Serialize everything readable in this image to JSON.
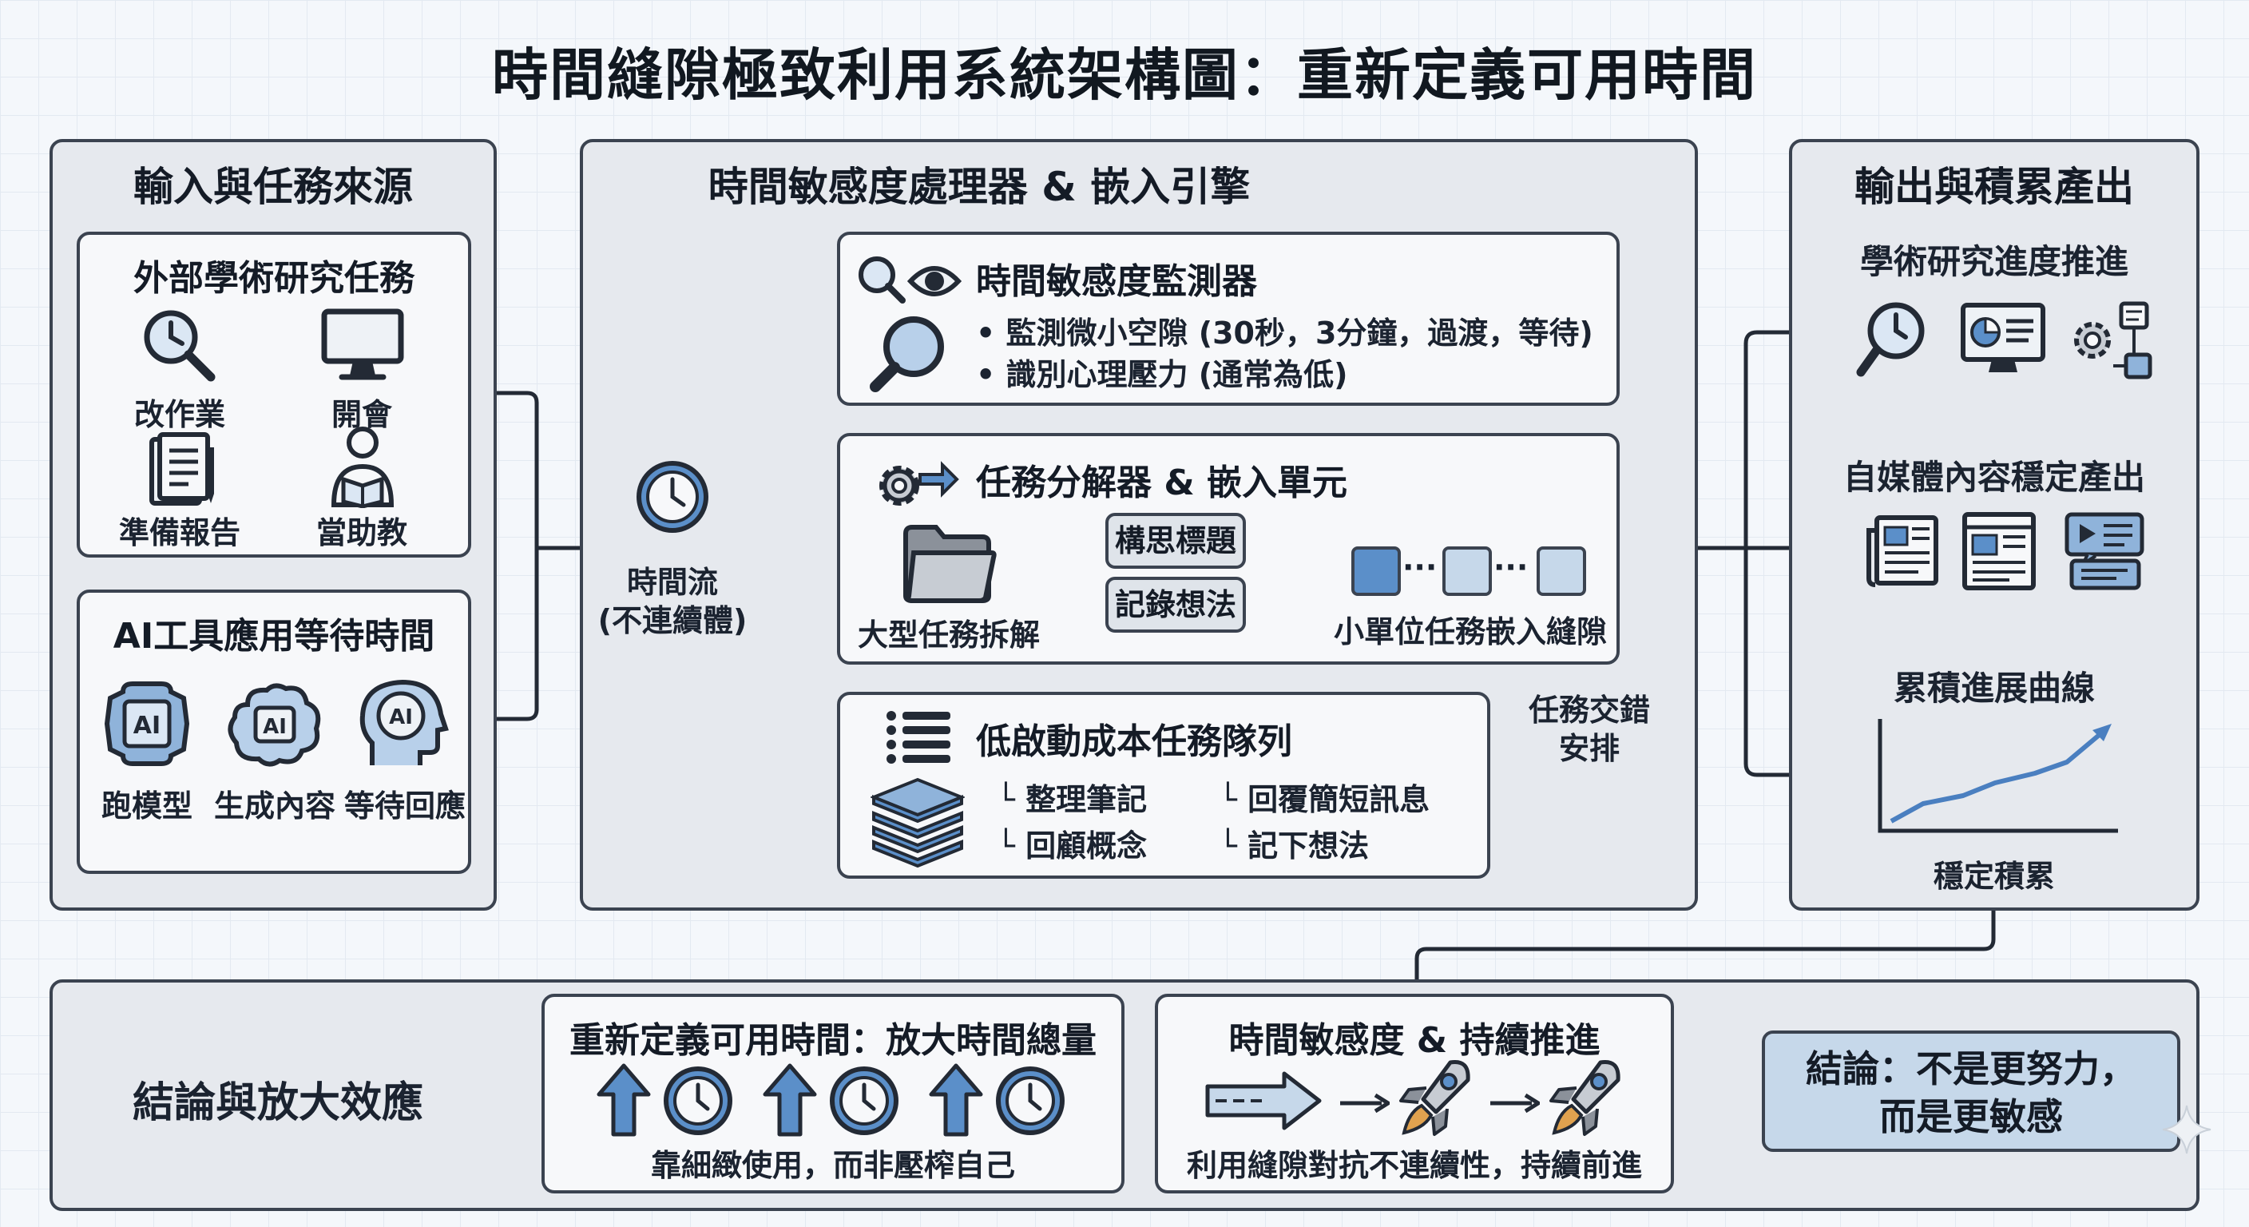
{
  "title": "時間縫隙極致利用系統架構圖：重新定義可用時間",
  "input_panel": {
    "title": "輸入與任務來源",
    "academic": {
      "title": "外部學術研究任務",
      "items": [
        "改作業",
        "開會",
        "準備報告",
        "當助教"
      ]
    },
    "ai": {
      "title": "AI工具應用等待時間",
      "items": [
        "跑模型",
        "生成內容",
        "等待回應"
      ],
      "icon_text": "AI"
    }
  },
  "flow": {
    "label_line1": "時間流",
    "label_line2": "(不連續體)"
  },
  "engine_panel": {
    "title": "時間敏感度處理器 & 嵌入引擎",
    "monitor": {
      "title": "時間敏感度監測器",
      "bullets": [
        "• 監測微小空隙 (30秒，3分鐘，過渡，等待)",
        "• 識別心理壓力 (通常為低)"
      ]
    },
    "decomposer": {
      "title": "任務分解器 & 嵌入單元",
      "big_task": "大型任務拆解",
      "step1": "構思標題",
      "step2": "記錄想法",
      "small_units": "小單位任務嵌入縫隙",
      "dots": "···"
    },
    "queue": {
      "title": "低啟動成本任務隊列",
      "items": [
        "└ 整理筆記",
        "└ 回覆簡短訊息",
        "└ 回顧概念",
        "└ 記下想法"
      ]
    },
    "interleave_line1": "任務交錯",
    "interleave_line2": "安排"
  },
  "output_panel": {
    "title": "輸出與積累產出",
    "progress": "學術研究進度推進",
    "media": "自媒體內容穩定產出",
    "curve_title": "累積進展曲線",
    "curve_caption": "穩定積累"
  },
  "bottom": {
    "label": "結論與放大效應",
    "redefine": {
      "title": "重新定義可用時間：放大時間總量",
      "caption": "靠細緻使用，而非壓榨自己"
    },
    "sensitivity": {
      "title": "時間敏感度 & 持續推進",
      "caption": "利用縫隙對抗不連續性，持續前進"
    },
    "conclusion_line1": "結論：不是更努力，",
    "conclusion_line2": "而是更敏感"
  },
  "colors": {
    "teal": "#4d9b8c",
    "red": "#c85552",
    "dark": "#232a35",
    "blue_fill": "#5b8fc9",
    "light_blue": "#c6d8ea"
  }
}
